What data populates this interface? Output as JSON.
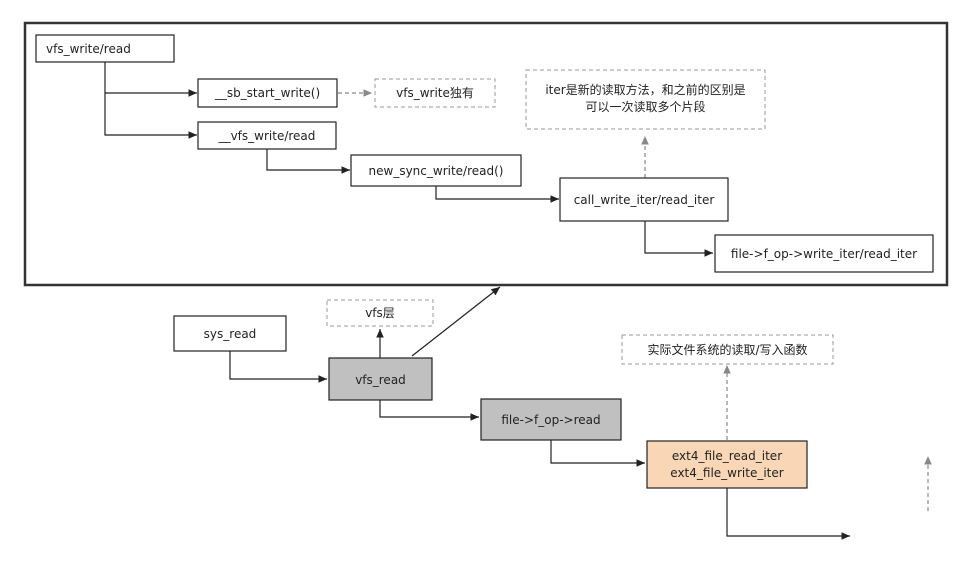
{
  "colors": {
    "frame": "#333333",
    "box_stroke": "#222222",
    "dashed_stroke": "#999999",
    "gray_fill": "#c0c0c0",
    "orange_fill": "#f9d6b6",
    "line": "#222222",
    "dashed_line": "#888888"
  },
  "nodes": {
    "vfs_write_read": "vfs_write/read",
    "sb_start_write": "__sb_start_write()",
    "vfs_write_only": "vfs_write独有",
    "vfs_write_read_inner": "__vfs_write/read",
    "new_sync_write_read": "new_sync_write/read()",
    "call_write_iter": "call_write_iter/read_iter",
    "file_op_write_iter": "file->f_op->write_iter/read_iter",
    "iter_note_line1": "iter是新的读取方法，和之前的区别是",
    "iter_note_line2": "可以一次读取多个片段",
    "sys_read": "sys_read",
    "vfs_layer": "vfs层",
    "vfs_read": "vfs_read",
    "file_op_read": "file->f_op->read",
    "actual_fs_note": "实际文件系统的读取/写入函数",
    "ext4_read_iter": "ext4_file_read_iter",
    "ext4_write_iter": "ext4_file_write_iter"
  }
}
